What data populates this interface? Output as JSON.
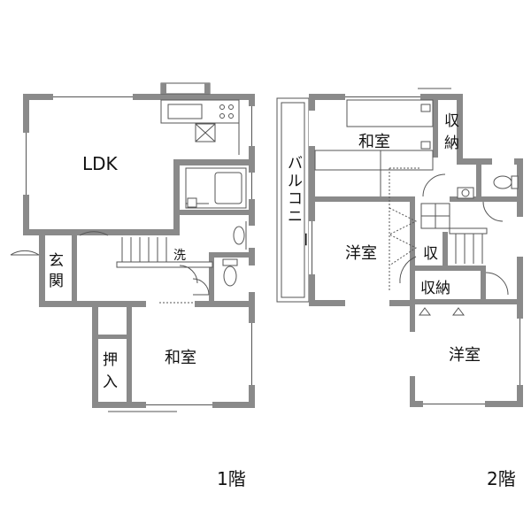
{
  "floors": {
    "first": {
      "label": "1階",
      "rooms": {
        "ldk": "LDK",
        "genkan_1": "玄",
        "genkan_2": "関",
        "sen": "洗",
        "washitsu": "和室",
        "oshiire_1": "押",
        "oshiire_2": "入"
      }
    },
    "second": {
      "label": "2階",
      "rooms": {
        "washitsu": "和室",
        "shuno_top_1": "収",
        "shuno_top_2": "納",
        "balcony_1": "バ",
        "balcony_2": "ル",
        "balcony_3": "コ",
        "balcony_4": "ニ",
        "balcony_5": "ー",
        "yoshitsu_a": "洋室",
        "shu": "収",
        "shuno_mid": "収納",
        "yoshitsu_b": "洋室"
      }
    }
  },
  "colors": {
    "wall": "#8a8a8a",
    "line": "#555555",
    "text": "#111111"
  }
}
